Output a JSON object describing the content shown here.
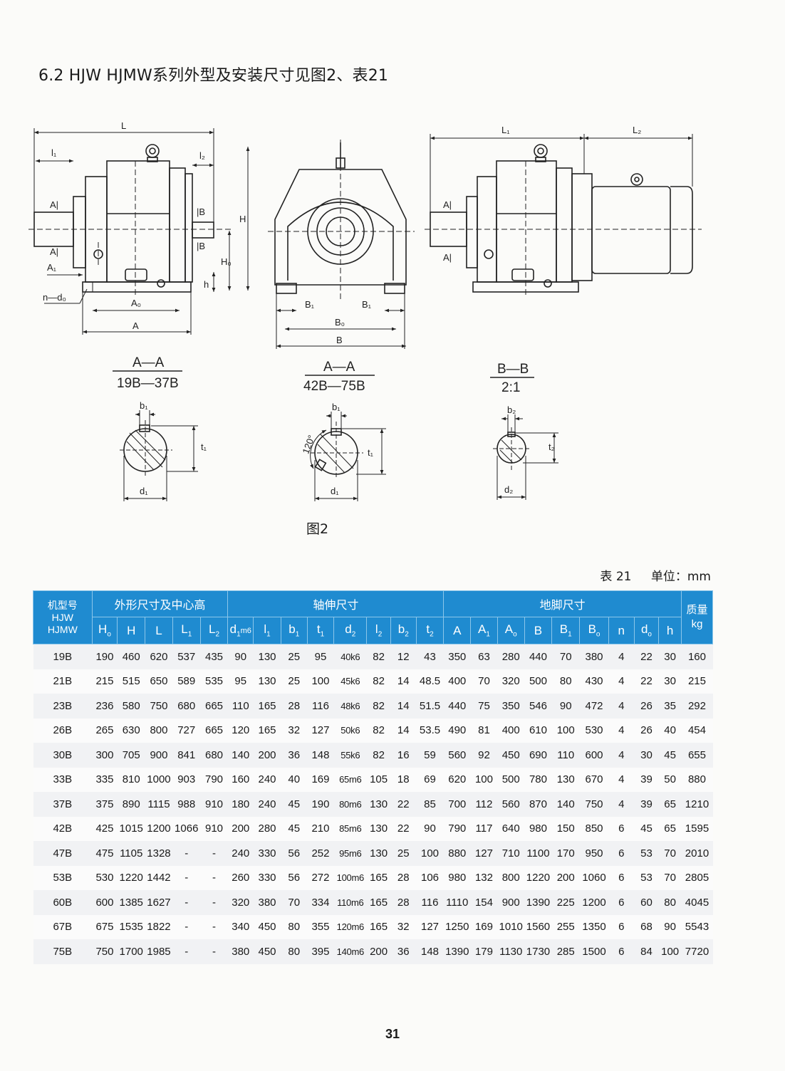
{
  "heading": "6.2 HJW  HJMW系列外型及安装尺寸见图2、表21",
  "figure_caption": "图2",
  "table_note": {
    "table_no": "表 21",
    "unit": "单位：mm"
  },
  "page_number": "31",
  "drawing": {
    "front_labels": {
      "L": "L",
      "l1": "l₁",
      "l2": "l₂",
      "A_top": "A|",
      "A_bot": "A|",
      "B_top": "|B",
      "B_bot": "|B",
      "A1": "A₁",
      "nd0": "n—d₀",
      "A0": "A₀",
      "A": "A",
      "H": "H",
      "H0": "H₀",
      "h": "h"
    },
    "side_labels": {
      "B1_left": "B₁",
      "B1_right": "B₁",
      "B0": "B₀",
      "B": "B"
    },
    "motor_labels": {
      "L1": "L₁",
      "L2": "L₂",
      "A_top": "A|",
      "A_bot": "A|"
    },
    "sections": [
      {
        "title": "A—A",
        "sub": "19B—37B",
        "b": "b₁",
        "t": "t₁",
        "d": "d₁"
      },
      {
        "title": "A—A",
        "sub": "42B—75B",
        "b": "b₁",
        "t": "t₁",
        "d": "d₁",
        "angle": "120°"
      },
      {
        "title": "B—B",
        "sub": "2:1",
        "b": "b₂",
        "t": "t₂",
        "d": "d₂"
      }
    ]
  },
  "table": {
    "model_header": [
      "机型号",
      "HJW",
      "HJMW"
    ],
    "groups": {
      "outline": "外形尺寸及中心高",
      "shaft": "轴伸尺寸",
      "foot": "地脚尺寸",
      "mass": [
        "质量",
        "kg"
      ]
    },
    "outline_cols": [
      [
        "H",
        "o"
      ],
      [
        "H",
        ""
      ],
      [
        "L",
        ""
      ],
      [
        "L",
        "1"
      ],
      [
        "L",
        "2"
      ]
    ],
    "shaft_cols": [
      [
        "d",
        "1",
        "m6"
      ],
      [
        "l",
        "1"
      ],
      [
        "b",
        "1"
      ],
      [
        "t",
        "1"
      ],
      [
        "d",
        "2"
      ],
      [
        "l",
        "2"
      ],
      [
        "b",
        "2"
      ],
      [
        "t",
        "2"
      ]
    ],
    "foot_cols": [
      [
        "A",
        ""
      ],
      [
        "A",
        "1"
      ],
      [
        "A",
        "o"
      ],
      [
        "B",
        ""
      ],
      [
        "B",
        "1"
      ],
      [
        "B",
        "o"
      ],
      [
        "n",
        ""
      ],
      [
        "d",
        "o"
      ],
      [
        "h",
        ""
      ]
    ],
    "rows": [
      [
        "19B",
        "190",
        "460",
        "620",
        "537",
        "435",
        "90",
        "130",
        "25",
        "95",
        "40k6",
        "82",
        "12",
        "43",
        "350",
        "63",
        "280",
        "440",
        "70",
        "380",
        "4",
        "22",
        "30",
        "160"
      ],
      [
        "21B",
        "215",
        "515",
        "650",
        "589",
        "535",
        "95",
        "130",
        "25",
        "100",
        "45k6",
        "82",
        "14",
        "48.5",
        "400",
        "70",
        "320",
        "500",
        "80",
        "430",
        "4",
        "22",
        "30",
        "215"
      ],
      [
        "23B",
        "236",
        "580",
        "750",
        "680",
        "665",
        "110",
        "165",
        "28",
        "116",
        "48k6",
        "82",
        "14",
        "51.5",
        "440",
        "75",
        "350",
        "546",
        "90",
        "472",
        "4",
        "26",
        "35",
        "292"
      ],
      [
        "26B",
        "265",
        "630",
        "800",
        "727",
        "665",
        "120",
        "165",
        "32",
        "127",
        "50k6",
        "82",
        "14",
        "53.5",
        "490",
        "81",
        "400",
        "610",
        "100",
        "530",
        "4",
        "26",
        "40",
        "454"
      ],
      [
        "30B",
        "300",
        "705",
        "900",
        "841",
        "680",
        "140",
        "200",
        "36",
        "148",
        "55k6",
        "82",
        "16",
        "59",
        "560",
        "92",
        "450",
        "690",
        "110",
        "600",
        "4",
        "30",
        "45",
        "655"
      ],
      [
        "33B",
        "335",
        "810",
        "1000",
        "903",
        "790",
        "160",
        "240",
        "40",
        "169",
        "65m6",
        "105",
        "18",
        "69",
        "620",
        "100",
        "500",
        "780",
        "130",
        "670",
        "4",
        "39",
        "50",
        "880"
      ],
      [
        "37B",
        "375",
        "890",
        "1115",
        "988",
        "910",
        "180",
        "240",
        "45",
        "190",
        "80m6",
        "130",
        "22",
        "85",
        "700",
        "112",
        "560",
        "870",
        "140",
        "750",
        "4",
        "39",
        "65",
        "1210"
      ],
      [
        "42B",
        "425",
        "1015",
        "1200",
        "1066",
        "910",
        "200",
        "280",
        "45",
        "210",
        "85m6",
        "130",
        "22",
        "90",
        "790",
        "117",
        "640",
        "980",
        "150",
        "850",
        "6",
        "45",
        "65",
        "1595"
      ],
      [
        "47B",
        "475",
        "1105",
        "1328",
        "-",
        "-",
        "240",
        "330",
        "56",
        "252",
        "95m6",
        "130",
        "25",
        "100",
        "880",
        "127",
        "710",
        "1100",
        "170",
        "950",
        "6",
        "53",
        "70",
        "2010"
      ],
      [
        "53B",
        "530",
        "1220",
        "1442",
        "-",
        "-",
        "260",
        "330",
        "56",
        "272",
        "100m6",
        "165",
        "28",
        "106",
        "980",
        "132",
        "800",
        "1220",
        "200",
        "1060",
        "6",
        "53",
        "70",
        "2805"
      ],
      [
        "60B",
        "600",
        "1385",
        "1627",
        "-",
        "-",
        "320",
        "380",
        "70",
        "334",
        "110m6",
        "165",
        "28",
        "116",
        "1110",
        "154",
        "900",
        "1390",
        "225",
        "1200",
        "6",
        "60",
        "80",
        "4045"
      ],
      [
        "67B",
        "675",
        "1535",
        "1822",
        "-",
        "-",
        "340",
        "450",
        "80",
        "355",
        "120m6",
        "165",
        "32",
        "127",
        "1250",
        "169",
        "1010",
        "1560",
        "255",
        "1350",
        "6",
        "68",
        "90",
        "5543"
      ],
      [
        "75B",
        "750",
        "1700",
        "1985",
        "-",
        "-",
        "380",
        "450",
        "80",
        "395",
        "140m6",
        "200",
        "36",
        "148",
        "1390",
        "179",
        "1130",
        "1730",
        "285",
        "1500",
        "6",
        "84",
        "100",
        "7720"
      ]
    ]
  }
}
